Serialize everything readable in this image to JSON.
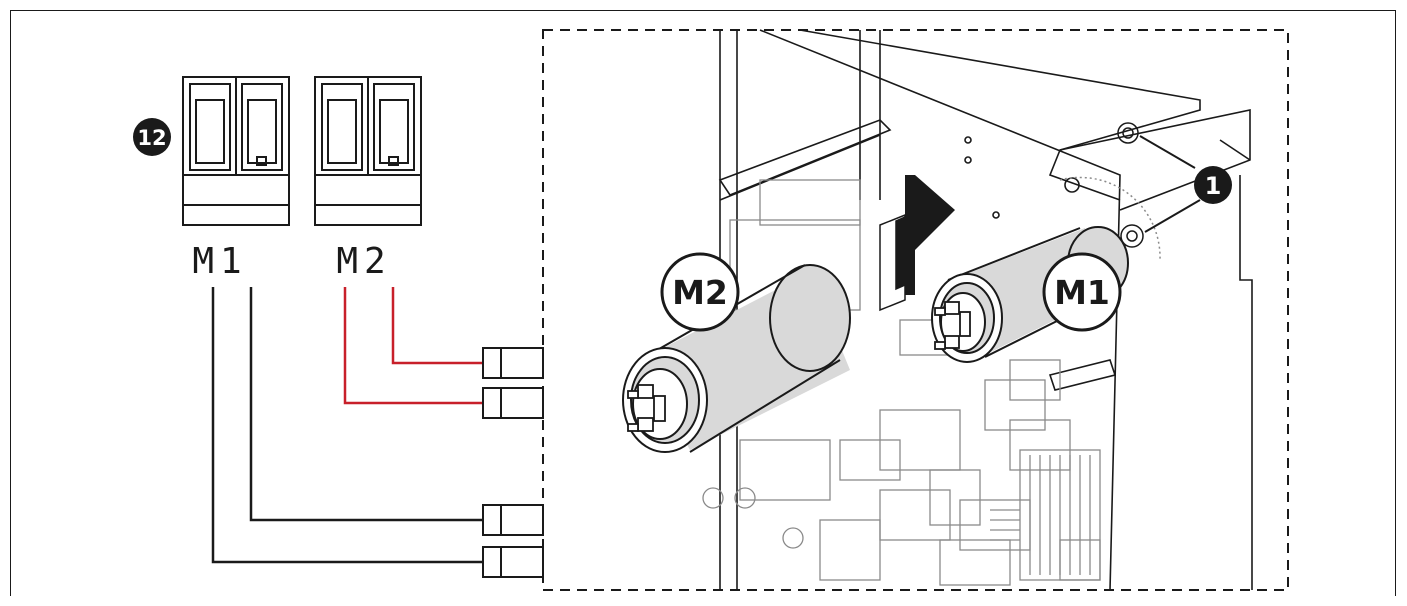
{
  "callouts": {
    "terminal_block_ref": "12",
    "thermal_protection_ref": "1"
  },
  "terminals": {
    "m1_label": "M1",
    "m2_label": "M2"
  },
  "capacitors": {
    "m1_badge": "M1",
    "m2_badge": "M2"
  },
  "colors": {
    "m1_wire": "#1a1a1a",
    "m2_wire": "#c8202a",
    "line": "#1a1a1a",
    "capacitor_body": "#d9d9d9",
    "detail_gray": "#8a8a8a"
  }
}
